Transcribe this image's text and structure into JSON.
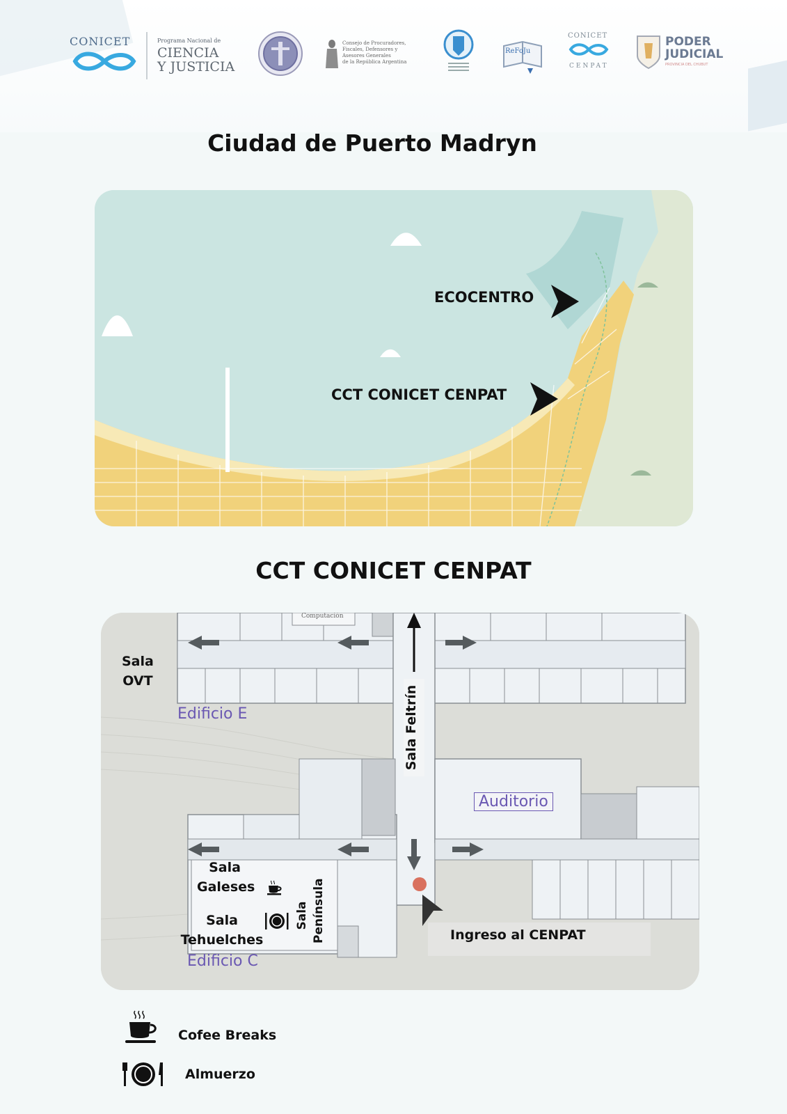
{
  "header": {
    "logos": [
      {
        "name": "conicet-logo",
        "text": "CONICET"
      },
      {
        "name": "ciencia-justicia-logo",
        "small": "Programa Nacional de",
        "line1": "CIENCIA",
        "line2": "Y JUSTICIA"
      },
      {
        "name": "seal-logo"
      },
      {
        "name": "consejo-logo",
        "lines": [
          "Consejo de Procuradores,",
          "Fiscales, Defensores y",
          "Asesores Generales",
          "de la República Argentina"
        ]
      },
      {
        "name": "shield-logo"
      },
      {
        "name": "book-logo",
        "text": "ReFoJu"
      },
      {
        "name": "conicet-cenpat-logo",
        "top": "CONICET",
        "bottom": "CENPAT"
      },
      {
        "name": "poder-judicial-logo",
        "line1": "PODER",
        "line2": "JUDICIAL",
        "sub": "PROVINCIA DEL CHUBUT"
      }
    ]
  },
  "city_title": "Ciudad de Puerto Madryn",
  "city_map": {
    "markers": [
      {
        "label": "ECOCENTRO"
      },
      {
        "label": "CCT CONICET CENPAT"
      }
    ]
  },
  "plan_title": "CCT CONICET CENPAT",
  "floor_plan": {
    "rooms": {
      "ovt_line1": "Sala",
      "ovt_line2": "OVT",
      "feltrin": "Sala Feltrín",
      "auditorio": "Auditorio",
      "galeses_line1": "Sala",
      "galeses_line2": "Galeses",
      "tehuelches_line1": "Sala",
      "tehuelches_line2": "Tehuelches",
      "peninsula_line1": "Sala",
      "peninsula_line2": "Península",
      "computacion": "Computación"
    },
    "buildings": {
      "e": "Edificio E",
      "c": "Edificio C"
    },
    "entrance": "Ingreso al CENPAT"
  },
  "legend": [
    {
      "icon": "coffee-icon",
      "label": "Cofee Breaks"
    },
    {
      "icon": "plate-cutlery-icon",
      "label": "Almuerzo"
    }
  ],
  "colors": {
    "sea": "#cfe6e3",
    "land": "#f2d682",
    "room_purple": "#6a58b2",
    "entrance_dot": "#d9715e"
  }
}
